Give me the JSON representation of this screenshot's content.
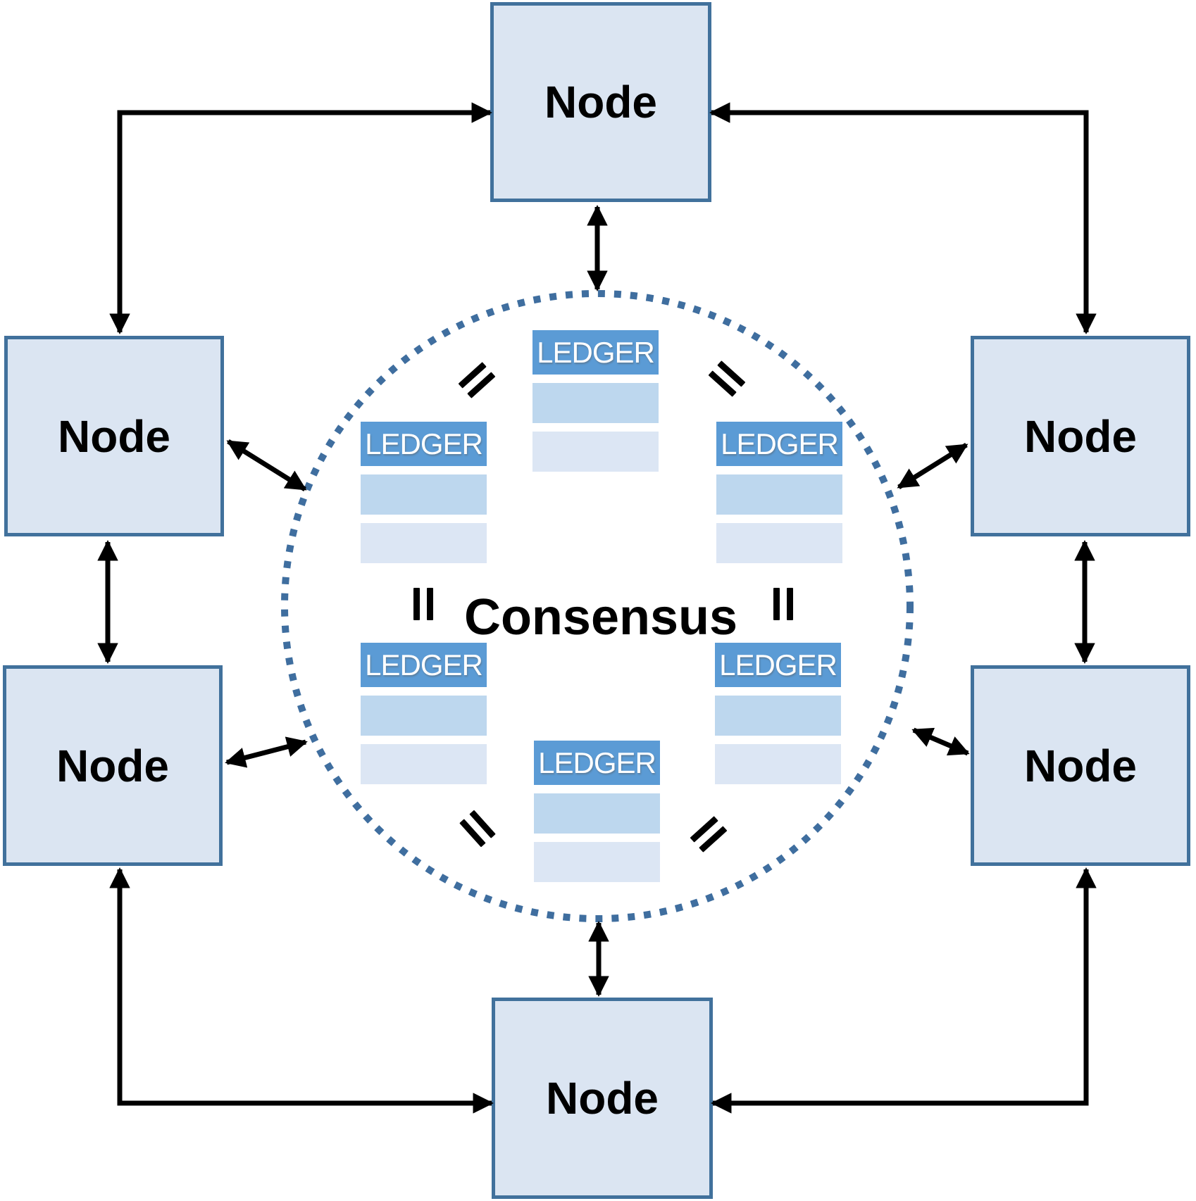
{
  "diagram": {
    "type": "network-consensus-diagram",
    "node_label": "Node",
    "ledger_label": "LEDGER",
    "consensus_label": "Consensus",
    "node_count": 6,
    "ledger_count": 6,
    "colors": {
      "node_fill": "#dbe5f2",
      "node_border": "#41719c",
      "ledger_header": "#5b9bd5",
      "ledger_row1": "#bdd7ee",
      "ledger_row2": "#dce6f4",
      "circle_dot": "#3f6e9f",
      "arrow": "#000000"
    }
  }
}
